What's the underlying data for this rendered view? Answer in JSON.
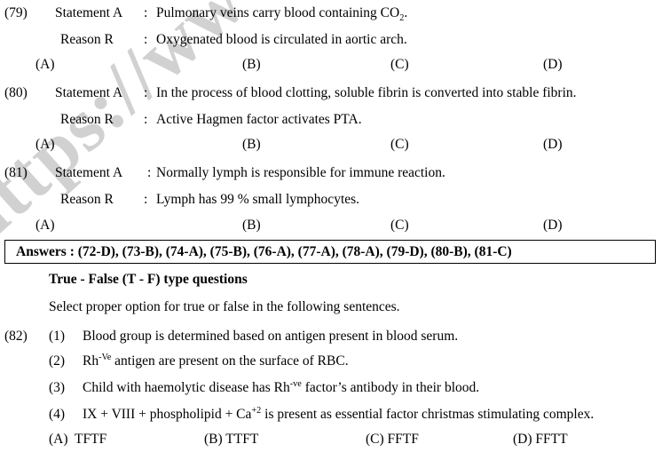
{
  "watermark": {
    "text": "https://www.stu"
  },
  "assertion_questions": [
    {
      "number": "(79)",
      "statement_label": "Statement A",
      "reason_label": "Reason R",
      "colon": ":",
      "statement_text_pre": "Pulmonary veins carry blood containing CO",
      "statement_sub": "2",
      "statement_text_post": ".",
      "reason_text": "Oxygenated blood is circulated in aortic arch.",
      "options": [
        "(A)",
        "(B)",
        "(C)",
        "(D)"
      ]
    },
    {
      "number": "(80)",
      "statement_label": "Statement A",
      "reason_label": "Reason R",
      "colon": ":",
      "statement_text_pre": "In the process of blood clotting, soluble fibrin is converted into stable fibrin.",
      "statement_sub": "",
      "statement_text_post": "",
      "reason_text": "Active  Hagmen  factor  activates  PTA.",
      "options": [
        "(A)",
        "(B)",
        "(C)",
        "(D)"
      ]
    },
    {
      "number": "(81)",
      "statement_label": "Statement A",
      "reason_label": "Reason R",
      "colon": ":",
      "statement_text_pre": "Normally lymph is responsible for immune reaction.",
      "statement_sub": "",
      "statement_text_post": "",
      "reason_text": "Lymph has 99 % small lymphocytes.",
      "options": [
        "(A)",
        "(B)",
        "(C)",
        "(D)"
      ]
    }
  ],
  "answers_box": {
    "text": "Answers :  (72-D), (73-B), (74-A), (75-B), (76-A), (77-A), (78-A), (79-D), (80-B), (81-C)"
  },
  "true_false_section": {
    "heading": "True - False (T - F) type questions",
    "instruction": "Select proper option for true or false in the following sentences.",
    "question_number": "(82)",
    "items": [
      {
        "num": "(1)",
        "pre": "Blood group is determined based on antigen present in blood serum.",
        "sup": "",
        "post": ""
      },
      {
        "num": "(2)",
        "pre": "Rh",
        "sup": "-Ve",
        "post": " antigen are  present on the surface of RBC."
      },
      {
        "num": "(3)",
        "pre": "Child with haemolytic disease has Rh",
        "sup": "-ve",
        "post": " factor’s antibody in their blood."
      },
      {
        "num": "(4)",
        "pre": "IX + VIII + phospholipid + Ca",
        "sup": "+2",
        "post": " is present as essential factor christmas stimulating complex."
      }
    ],
    "answer_options": [
      {
        "label": "(A)",
        "value": "TFTF"
      },
      {
        "label": "(B)",
        "value": "TTFT"
      },
      {
        "label": "(C)",
        "value": "FFTF"
      },
      {
        "label": "(D)",
        "value": "FFTT"
      }
    ]
  }
}
